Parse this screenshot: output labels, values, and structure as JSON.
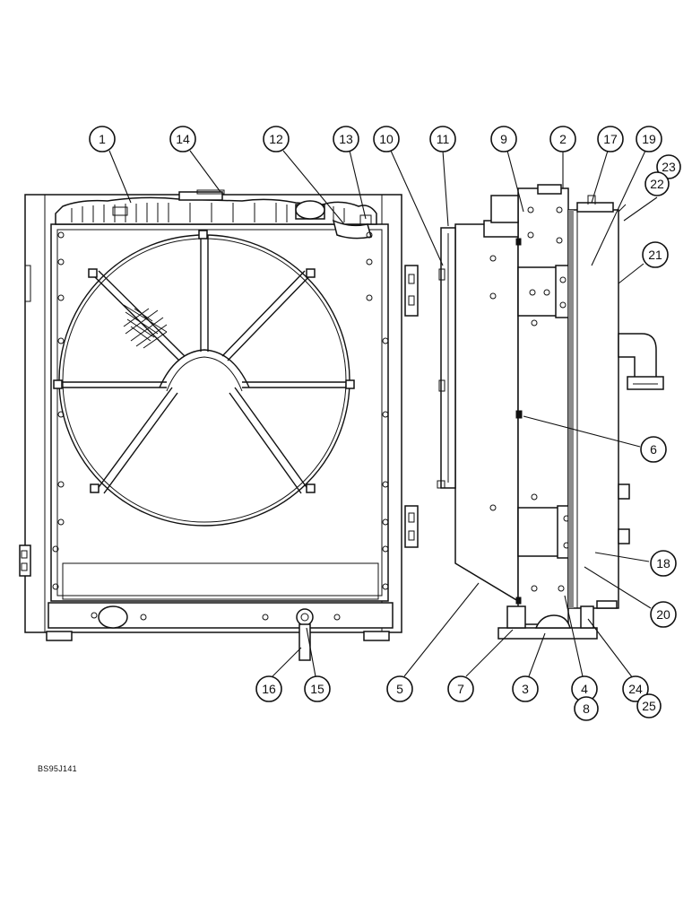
{
  "figure_code": "BS95J141",
  "callouts": [
    {
      "id": "c1",
      "label": "1"
    },
    {
      "id": "c14",
      "label": "14"
    },
    {
      "id": "c12",
      "label": "12"
    },
    {
      "id": "c13",
      "label": "13"
    },
    {
      "id": "c10",
      "label": "10"
    },
    {
      "id": "c11",
      "label": "11"
    },
    {
      "id": "c9",
      "label": "9"
    },
    {
      "id": "c2",
      "label": "2"
    },
    {
      "id": "c17",
      "label": "17"
    },
    {
      "id": "c19",
      "label": "19"
    },
    {
      "id": "c23",
      "label": "23"
    },
    {
      "id": "c22",
      "label": "22"
    },
    {
      "id": "c21",
      "label": "21"
    },
    {
      "id": "c6",
      "label": "6"
    },
    {
      "id": "c18",
      "label": "18"
    },
    {
      "id": "c20",
      "label": "20"
    },
    {
      "id": "c16",
      "label": "16"
    },
    {
      "id": "c15",
      "label": "15"
    },
    {
      "id": "c5",
      "label": "5"
    },
    {
      "id": "c7",
      "label": "7"
    },
    {
      "id": "c3",
      "label": "3"
    },
    {
      "id": "c4",
      "label": "4"
    },
    {
      "id": "c8",
      "label": "8"
    },
    {
      "id": "c24",
      "label": "24"
    },
    {
      "id": "c25",
      "label": "25"
    }
  ]
}
